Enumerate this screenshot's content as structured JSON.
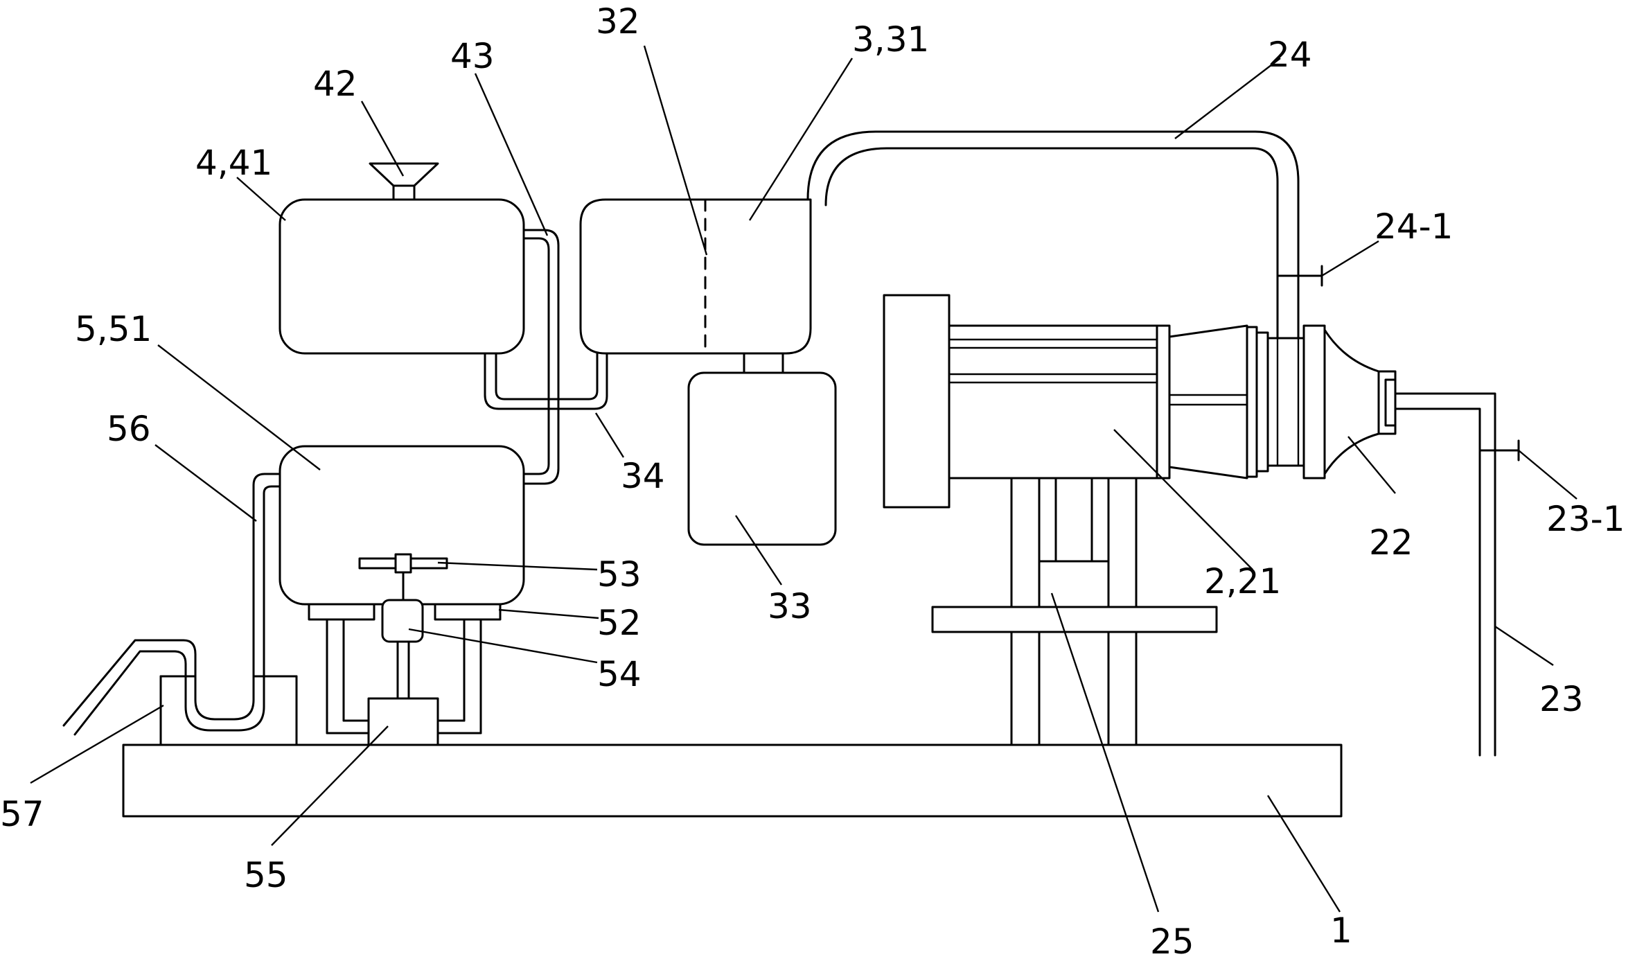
{
  "labels": {
    "l32": "32",
    "l3_31": "3,31",
    "l24": "24",
    "l43": "43",
    "l42": "42",
    "l4_41": "4,41",
    "l24_1": "24-1",
    "l5_51": "5,51",
    "l56": "56",
    "l34": "34",
    "l53": "53",
    "l52": "52",
    "l54": "54",
    "l33": "33",
    "l2_21": "2,21",
    "l22": "22",
    "l23_1": "23-1",
    "l23": "23",
    "l57": "57",
    "l55": "55",
    "l25": "25",
    "l1": "1"
  }
}
